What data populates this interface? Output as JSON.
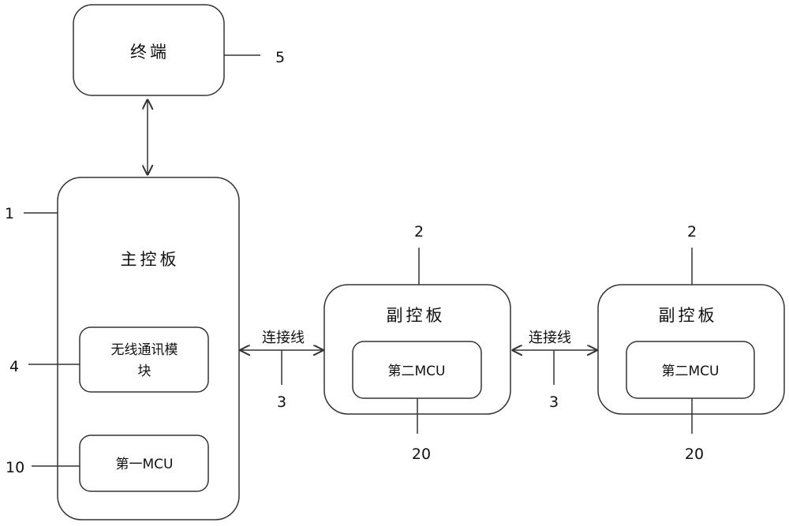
{
  "terminal": {
    "label": "终端",
    "ref": "5"
  },
  "main_board": {
    "label": "主控板",
    "ref": "1",
    "wireless_module": {
      "line1": "无线通讯模",
      "line2": "块",
      "ref": "4"
    },
    "first_mcu": {
      "label": "第一MCU",
      "ref": "10"
    }
  },
  "sub_boards": [
    {
      "label": "副控板",
      "ref": "2",
      "mcu_label": "第二MCU",
      "mcu_ref": "20"
    },
    {
      "label": "副控板",
      "ref": "2",
      "mcu_label": "第二MCU",
      "mcu_ref": "20"
    }
  ],
  "connections": [
    {
      "label": "连接线",
      "ref": "3"
    },
    {
      "label": "连接线",
      "ref": "3"
    }
  ]
}
